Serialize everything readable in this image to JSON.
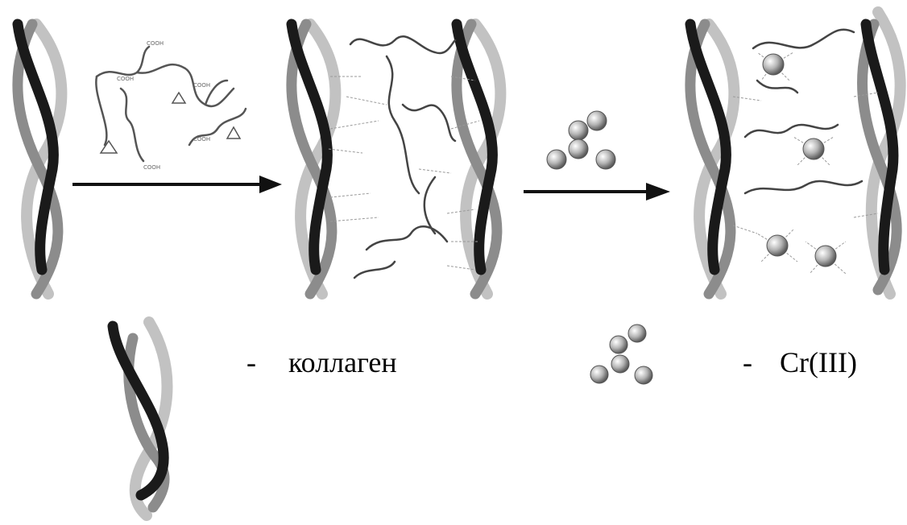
{
  "legend": {
    "collagen_dash": "-",
    "collagen_label": "коллаген",
    "chromium_dash": "-",
    "chromium_label": "Cr(III)"
  },
  "reagent_group_labels": [
    "COOH",
    "COOH",
    "COOH",
    "COOH",
    "COOH"
  ],
  "colors": {
    "dark_strand": "#1a1a1a",
    "light_strand": "#b8b8b8",
    "mid_strand": "#8a8a8a",
    "arrow": "#111111",
    "sphere": "#9c9c9c"
  }
}
